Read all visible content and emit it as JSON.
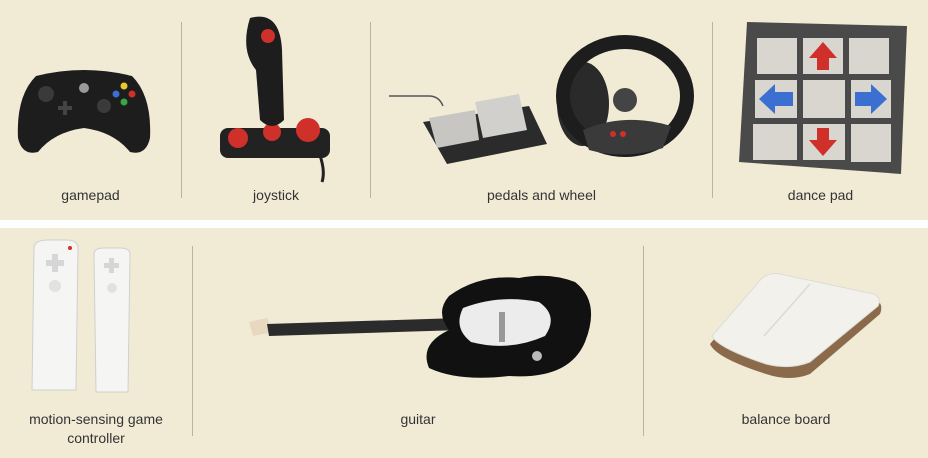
{
  "devices": {
    "gamepad": "gamepad",
    "joystick": "joystick",
    "pedals_wheel": "pedals and wheel",
    "dance_pad": "dance pad",
    "motion_line1": "motion-sensing game",
    "motion_line2": "controller",
    "guitar": "guitar",
    "balance_board": "balance board"
  },
  "colors": {
    "panel_bg": "#f1ebd6",
    "divider": "#b9b3a2",
    "device_black": "#1d1d1d",
    "accent_red": "#d0302a"
  }
}
